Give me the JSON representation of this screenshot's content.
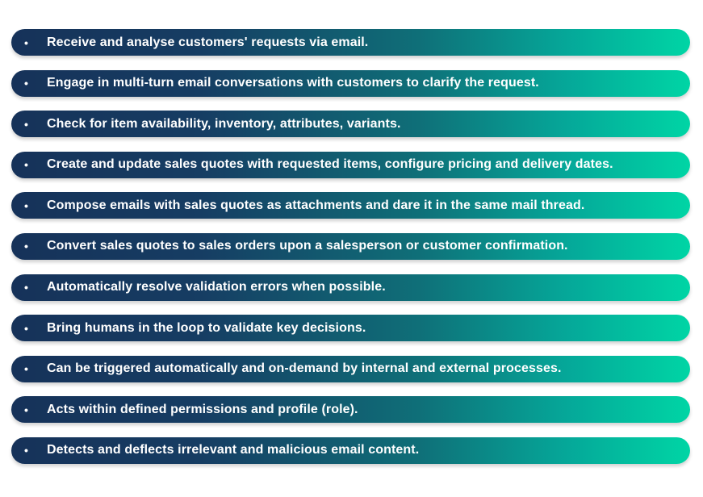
{
  "items": [
    {
      "label": "Receive and analyse customers' requests via email."
    },
    {
      "label": "Engage in multi-turn email conversations with customers to clarify the request."
    },
    {
      "label": "Check for item availability, inventory, attributes, variants."
    },
    {
      "label": "Create and update sales quotes with requested items, configure pricing and delivery dates."
    },
    {
      "label": "Compose emails with sales quotes as attachments and dare it in the same mail thread."
    },
    {
      "label": "Convert sales quotes to sales orders upon a salesperson or customer confirmation."
    },
    {
      "label": "Automatically resolve validation errors when possible."
    },
    {
      "label": "Bring humans in the loop to validate key decisions."
    },
    {
      "label": "Can be triggered automatically and on-demand by internal and external processes."
    },
    {
      "label": "Acts within defined permissions and profile (role)."
    },
    {
      "label": "Detects and deflects irrelevant and malicious email content."
    }
  ],
  "bullet_symbol": "•",
  "colors": {
    "gradient_start": "#163259",
    "gradient_end": "#00d5a5",
    "text": "#ffffff"
  }
}
